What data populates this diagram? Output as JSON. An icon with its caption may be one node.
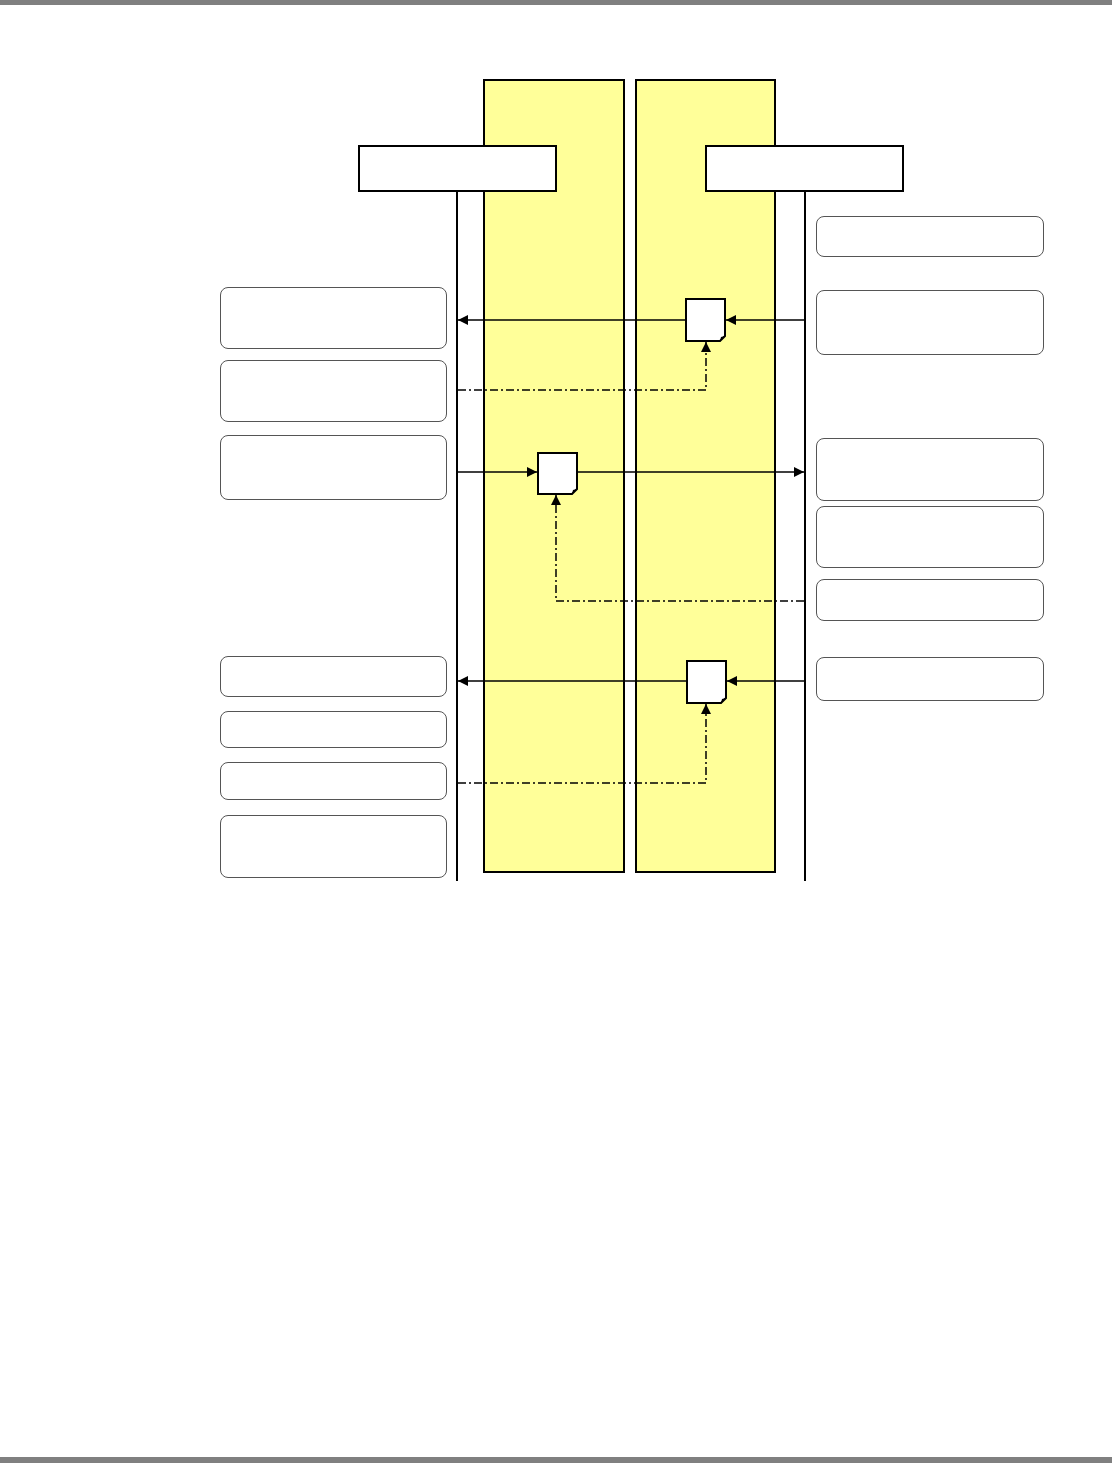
{
  "diagram": {
    "nodes": [
      {
        "text": [],
        "shape": "band"
      },
      {
        "text": [],
        "shape": "band"
      },
      {
        "text": [],
        "shape": "box"
      },
      {
        "text": [],
        "shape": "box"
      },
      {
        "text": [],
        "shape": "bar"
      },
      {
        "text": [],
        "shape": "bar"
      },
      {
        "text": [],
        "shape": "box"
      },
      {
        "text": [],
        "shape": "box"
      },
      {
        "text": [],
        "shape": "box"
      },
      {
        "text": [],
        "shape": "document",
        "in": 1
      },
      {
        "text": [],
        "shape": "box"
      },
      {
        "text": [],
        "shape": "box"
      },
      {
        "text": [],
        "shape": "box"
      },
      {
        "text": [],
        "shape": "document",
        "in": 0
      },
      {
        "text": [],
        "shape": "box"
      },
      {
        "text": [],
        "shape": "box"
      },
      {
        "text": [],
        "shape": "box"
      },
      {
        "text": [],
        "shape": "box"
      },
      {
        "text": [],
        "shape": "document",
        "in": 1
      },
      {
        "text": [],
        "shape": "box"
      },
      {
        "text": [],
        "shape": "box"
      },
      {
        "text": [],
        "shape": "box"
      }
    ],
    "edges": [
      {
        "from": 5,
        "to": 9,
        "arrow": "to"
      },
      {
        "from": 9,
        "to": 4,
        "arrow": "to"
      },
      {
        "from": 4,
        "to": 9,
        "arrow": "to",
        "style": "dashed"
      },
      {
        "from": 4,
        "to": 13,
        "arrow": "to"
      },
      {
        "from": 13,
        "to": 5,
        "arrow": "to"
      },
      {
        "from": 5,
        "to": 13,
        "arrow": "to",
        "style": "dashed"
      },
      {
        "from": 5,
        "to": 18,
        "arrow": "to"
      },
      {
        "from": 18,
        "to": 4,
        "arrow": "to"
      },
      {
        "from": 4,
        "to": 18,
        "arrow": "to",
        "style": "dashed"
      }
    ]
  }
}
